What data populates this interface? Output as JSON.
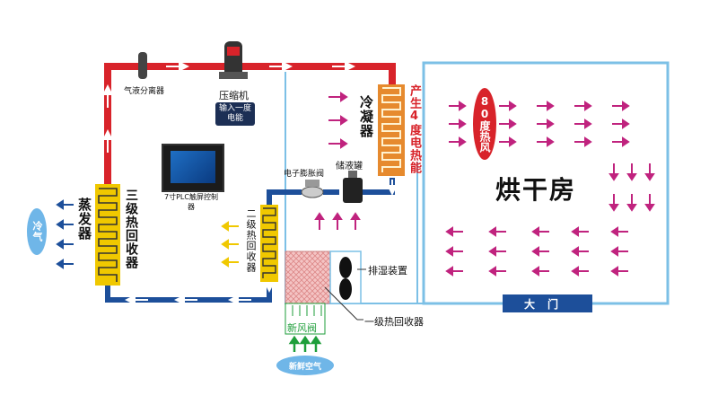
{
  "labels": {
    "gas_liquid_separator": "气液分离器",
    "compressor": "压缩机",
    "compressor_badge": "输入一度电能",
    "condenser": "冷凝器",
    "heat_80": "80度热风",
    "electric_heat": "产生4度电热能",
    "drying_room": "烘干房",
    "expansion_valve": "电子膨胀阀",
    "receiver": "储液罐",
    "plc": "7寸PLC触屏控制器",
    "evaporator": "蒸发器",
    "third_stage": "三级热回收器",
    "second_stage": "二级热回收器",
    "cold_air": "冷气",
    "dehumidify": "排湿装置",
    "first_stage": "一级热回收器",
    "fresh_air_valve": "新风阀",
    "fresh_air": "新鲜空气",
    "gate": "大门"
  },
  "colors": {
    "hot_pipe": "#d8232a",
    "cold_pipe": "#1d4f9a",
    "room_border": "#7cc0e6",
    "magenta_arrow": "#c0237e",
    "yellow_arrow": "#f0c800",
    "green_arrow": "#1e9e3a",
    "coil": "#d97a1a"
  }
}
